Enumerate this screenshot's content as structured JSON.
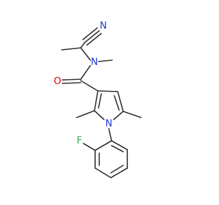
{
  "molecule": {
    "atoms": {
      "nitrile_n": {
        "symbol": "N",
        "color": "#1f3ad6"
      },
      "amide_n": {
        "symbol": "N",
        "color": "#1f3ad6"
      },
      "carbonyl_o": {
        "symbol": "O",
        "color": "#e00000"
      },
      "pyrrole_n": {
        "symbol": "N",
        "color": "#1f3ad6"
      },
      "fluorine": {
        "symbol": "F",
        "color": "#3aa845"
      }
    },
    "bond_color": "#2b2b2b"
  }
}
